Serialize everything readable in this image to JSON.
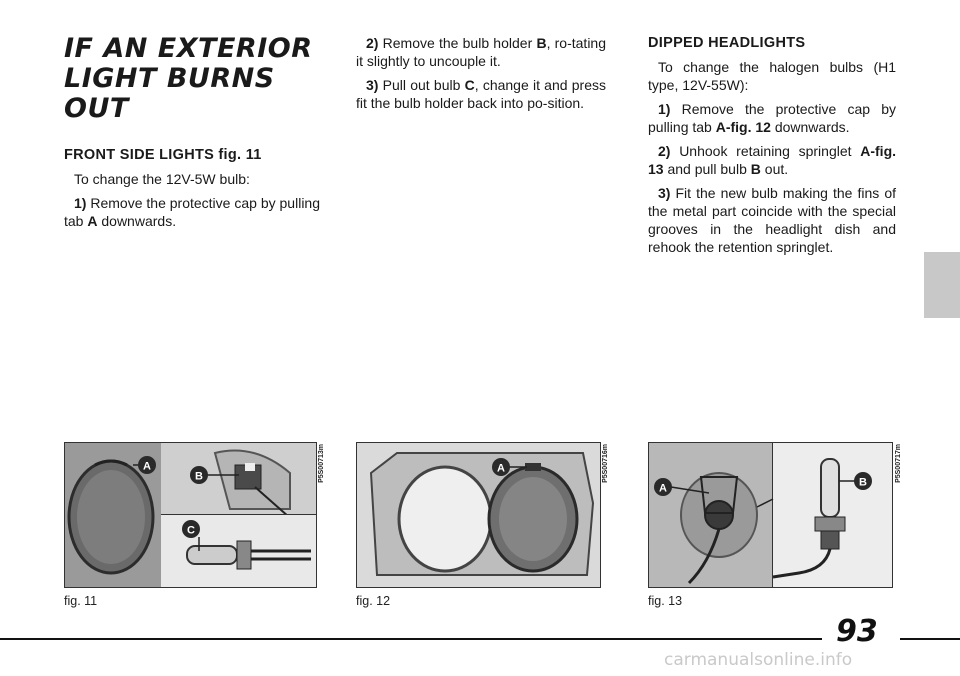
{
  "title_lines": [
    "IF AN EXTERIOR",
    "LIGHT BURNS",
    "OUT"
  ],
  "front": {
    "heading": "FRONT SIDE LIGHTS fig. 11",
    "intro": "To change the 12V-5W bulb:",
    "step1_num": "1)",
    "step1_text_a": "Remove the protective cap by pulling tab ",
    "step1_bold": "A",
    "step1_text_b": " downwards."
  },
  "col2": {
    "step2_num": "2)",
    "step2_text_a": "Remove the bulb holder ",
    "step2_bold": "B",
    "step2_text_b": ", ro-tating it slightly to uncouple it.",
    "step3_num": "3)",
    "step3_text_a": "Pull out bulb ",
    "step3_bold": "C",
    "step3_text_b": ", change it and press fit the bulb holder back into po-sition."
  },
  "dipped": {
    "heading": "DIPPED HEADLIGHTS",
    "intro": "To change the halogen bulbs (H1 type, 12V-55W):",
    "step1_num": "1)",
    "step1_text_a": "Remove the protective cap by pulling tab ",
    "step1_bold": "A-fig. 12",
    "step1_text_b": " downwards.",
    "step2_num": "2)",
    "step2_text_a": "Unhook retaining springlet ",
    "step2_bold_a": "A-fig. 13",
    "step2_text_b": " and pull bulb ",
    "step2_bold_b": "B",
    "step2_text_c": " out.",
    "step3_num": "3)",
    "step3_text": "Fit the new bulb making the fins of the metal part coincide with the special grooves in the headlight dish and rehook the retention springlet."
  },
  "figures": [
    {
      "caption": "fig. 11",
      "code": "P5S00713m",
      "callouts": [
        "A",
        "B",
        "C"
      ]
    },
    {
      "caption": "fig. 12",
      "code": "P5S00716m",
      "callouts": [
        "A"
      ]
    },
    {
      "caption": "fig. 13",
      "code": "P5S00717m",
      "callouts": [
        "A",
        "B"
      ]
    }
  ],
  "page_number": "93",
  "watermark": "carmanualsonline.info",
  "colors": {
    "callout": "#2a2a2a",
    "tab": "#c8c8c8",
    "figure_bg": "#d7d7d7"
  }
}
